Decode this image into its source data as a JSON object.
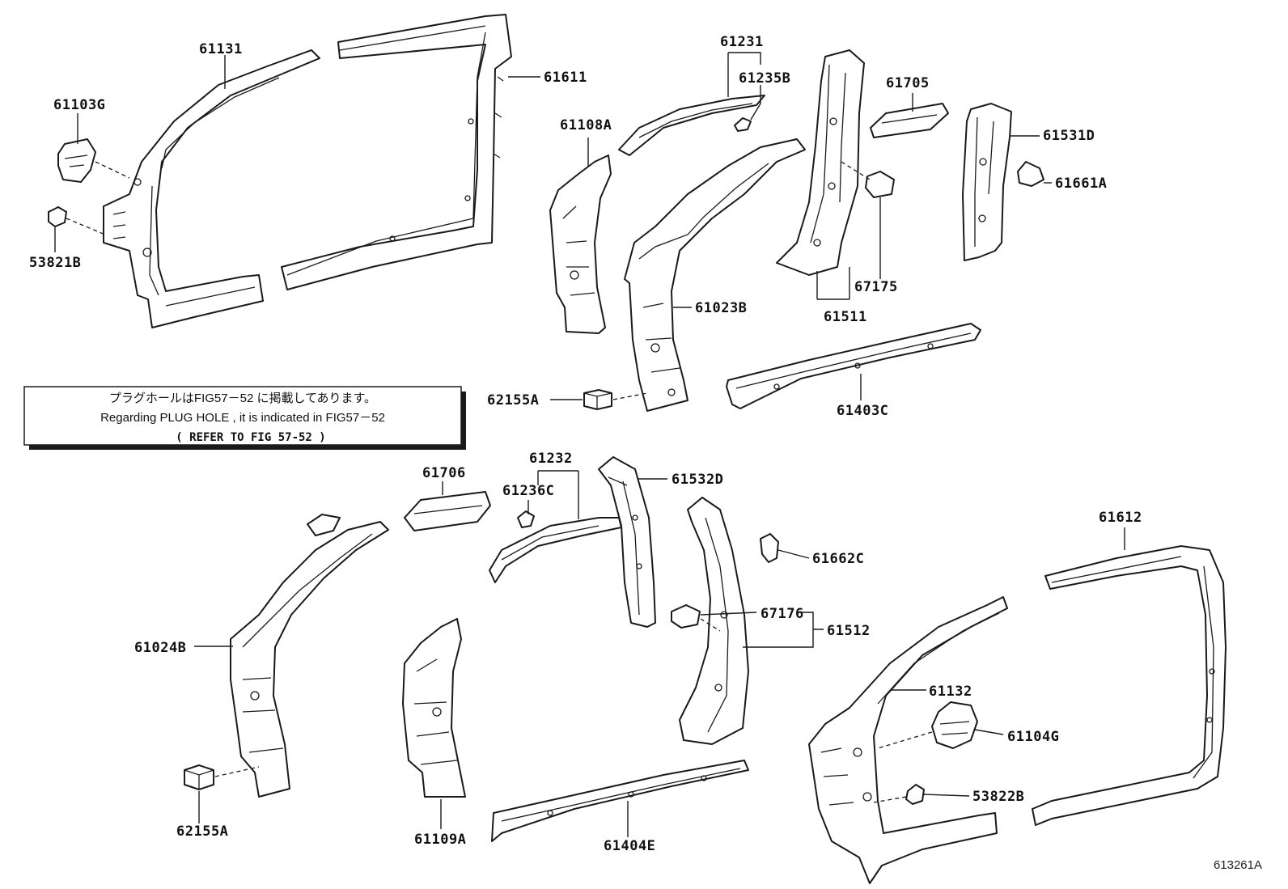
{
  "note": {
    "line1": "プラグホールはFIG57－52 に掲載してあります。",
    "line2": "Regarding  PLUG  HOLE , it is  indicated  in  FIG57－52",
    "line3": "(  REFER TO FIG 57-52 )"
  },
  "figure_id": "613261A",
  "parts": {
    "p61131": "61131",
    "p61103G": "61103G",
    "p53821B": "53821B",
    "p61611": "61611",
    "p61231": "61231",
    "p61235B": "61235B",
    "p61108A": "61108A",
    "p61023B": "61023B",
    "p62155A_top": "62155A",
    "p61705": "61705",
    "p61531D": "61531D",
    "p61661A": "61661A",
    "p67175": "67175",
    "p61511": "61511",
    "p61403C": "61403C",
    "p61706": "61706",
    "p61232": "61232",
    "p61236C": "61236C",
    "p61532D": "61532D",
    "p61662C": "61662C",
    "p67176": "67176",
    "p61512": "61512",
    "p61024B": "61024B",
    "p62155A_bottom": "62155A",
    "p61109A": "61109A",
    "p61404E": "61404E",
    "p61612": "61612",
    "p61132": "61132",
    "p61104G": "61104G",
    "p53822B": "53822B"
  }
}
